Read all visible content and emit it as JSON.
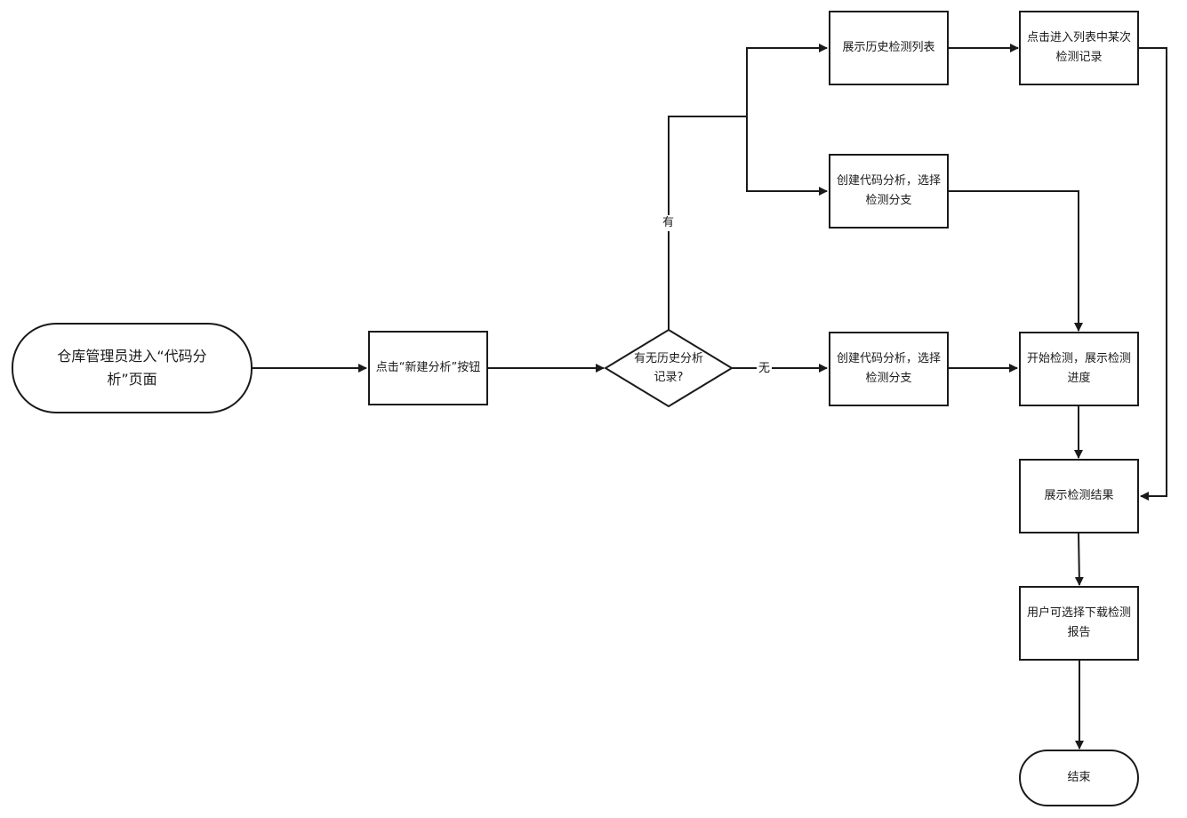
{
  "nodes": {
    "start": "仓库管理员进入“代码分析”页面",
    "click_new": "点击“新建分析”按钮",
    "decision": "有无历史分析记录?",
    "show_history": "展示历史检测列表",
    "enter_record": "点击进入列表中某次检测记录",
    "create_top": "创建代码分析，选择检测分支",
    "create_bottom": "创建代码分析，选择检测分支",
    "start_detect": "开始检测，展示检测进度",
    "show_result": "展示检测结果",
    "download": "用户可选择下载检测报告",
    "end": "结束"
  },
  "edge_labels": {
    "yes": "有",
    "no": "无"
  }
}
